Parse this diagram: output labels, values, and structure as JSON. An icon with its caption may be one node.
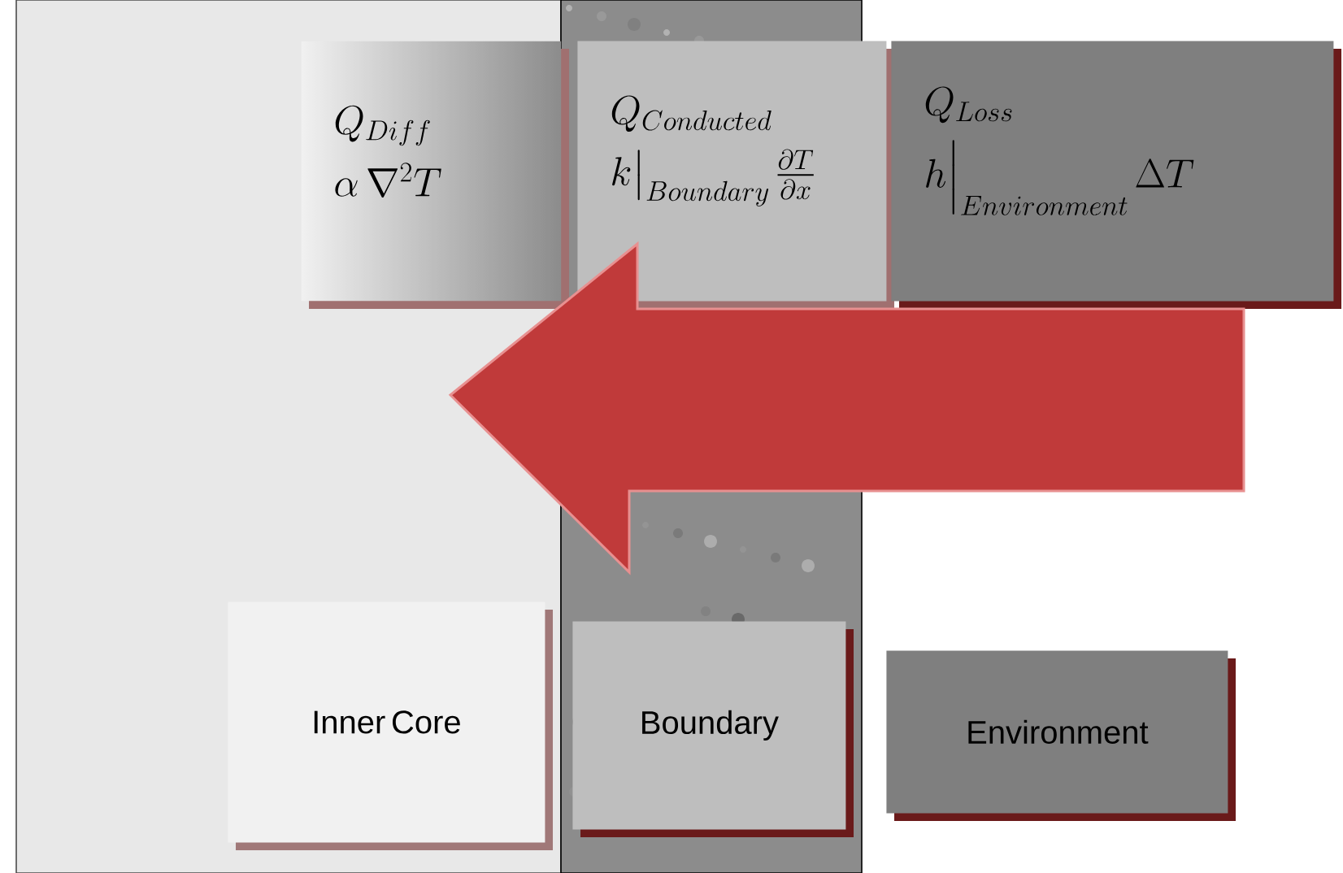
{
  "diagram": {
    "nodes": [
      {
        "text": [
          "Q_{Diff}",
          "\\alpha\\,\\nabla^2 T"
        ]
      },
      {
        "text": [
          "Q_{Conducted}",
          "k\\big|_{Boundary}\\ \\frac{\\partial T}{\\partial x}"
        ]
      },
      {
        "text": [
          "Q_{Loss}",
          "h\\Big|_{Environment}\\ \\Delta T"
        ]
      },
      {
        "text": [
          "Inner Core"
        ]
      },
      {
        "text": [
          "Boundary"
        ]
      },
      {
        "text": [
          "Environment"
        ]
      }
    ]
  }
}
